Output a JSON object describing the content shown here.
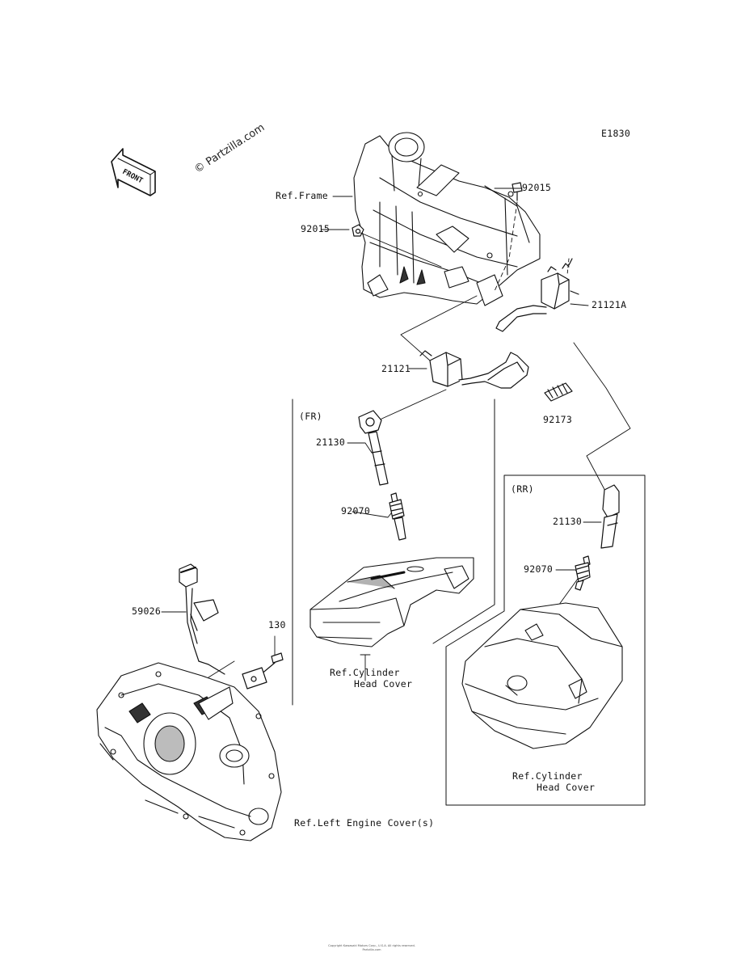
{
  "diagram_code": "E1830",
  "watermark": "© Partzilla.com",
  "front_arrow_label": "FRONT",
  "section_labels": {
    "front": "(FR)",
    "rear": "(RR)"
  },
  "callouts": [
    {
      "id": "92015-top",
      "text": "92015"
    },
    {
      "id": "ref-frame",
      "text": "Ref.Frame"
    },
    {
      "id": "92015-left",
      "text": "92015"
    },
    {
      "id": "21121a",
      "text": "21121A"
    },
    {
      "id": "21121",
      "text": "21121"
    },
    {
      "id": "92173",
      "text": "92173"
    },
    {
      "id": "21130-fr",
      "text": "21130"
    },
    {
      "id": "92070-fr",
      "text": "92070"
    },
    {
      "id": "21130-rr",
      "text": "21130"
    },
    {
      "id": "92070-rr",
      "text": "92070"
    },
    {
      "id": "59026",
      "text": "59026"
    },
    {
      "id": "130",
      "text": "130"
    }
  ],
  "references": {
    "cyl_head_fr_line1": "Ref.Cylinder",
    "cyl_head_fr_line2": "Head Cover",
    "cyl_head_rr_line1": "Ref.Cylinder",
    "cyl_head_rr_line2": "Head Cover",
    "left_engine_cover": "Ref.Left Engine Cover(s)"
  },
  "footer": {
    "line1": "Copyright Kawasaki Motors Corp., U.S.A. All rights reserved.",
    "line2": "Partzilla.com"
  }
}
